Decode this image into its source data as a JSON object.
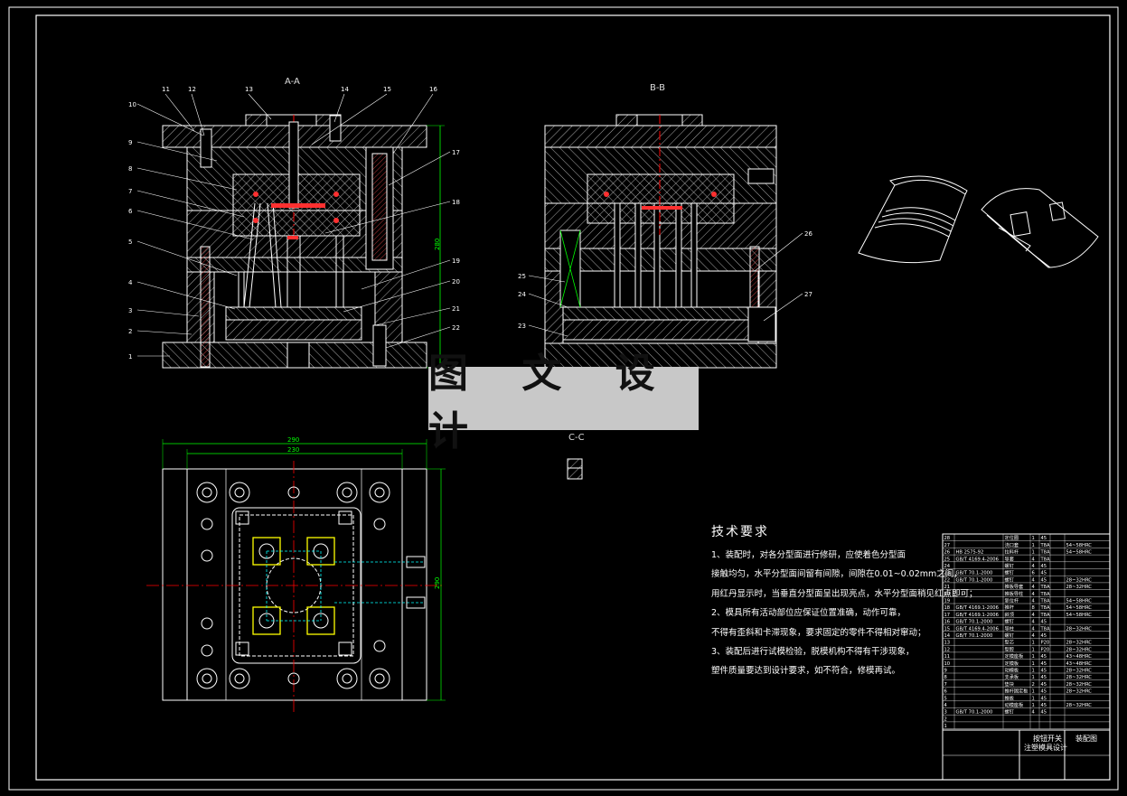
{
  "sections": {
    "aa": "A-A",
    "bb": "B-B",
    "cc": "C-C"
  },
  "watermark": "图 文 设 计",
  "tech": {
    "title": "技术要求",
    "lines": [
      "1、装配时，对各分型面进行修研，应使着色分型面",
      "接触均匀，水平分型面间留有间隙，间隙在0.01~0.02mm之间，",
      "用红丹显示时，当垂直分型面呈出现亮点，水平分型面稍见红点即可；",
      "2、模具所有活动部位应保证位置准确，动作可靠，",
      "不得有歪斜和卡滞现象，要求固定的零件不得相对窜动；",
      "3、装配后进行试模检验，脱模机构不得有干涉现象，",
      "塑件质量要达到设计要求，如不符合，修模再试。"
    ]
  },
  "callouts_left": [
    "10",
    "9",
    "8",
    "7",
    "6",
    "5",
    "4",
    "3",
    "2",
    "1"
  ],
  "callouts_top": [
    "11",
    "12",
    "13",
    "14",
    "15",
    "16"
  ],
  "callouts_right": [
    "17",
    "18",
    "19",
    "20",
    "21",
    "22"
  ],
  "callouts_bb_right": [
    "26",
    "27"
  ],
  "callouts_bb_left": [
    "25",
    "24",
    "23"
  ],
  "dims": {
    "width_outer": "290",
    "width_inner": "230",
    "height_right": "290",
    "height_aa": "280"
  },
  "title_block": {
    "product": "按钮开关",
    "subtitle": "注塑模具设计",
    "drawing": "装配图"
  },
  "bom_rows": [
    [
      "28",
      "",
      "定位圈",
      "1",
      "45",
      "",
      ""
    ],
    [
      "27",
      "",
      "浇口套",
      "1",
      "T8A",
      "",
      "54~58HRC"
    ],
    [
      "26",
      "HB 2575-92",
      "拉料杆",
      "1",
      "T8A",
      "",
      "54~58HRC"
    ],
    [
      "25",
      "GB/T 4169.4-2006",
      "导套",
      "4",
      "T8A",
      "",
      ""
    ],
    [
      "24",
      "",
      "螺钉",
      "4",
      "45",
      "",
      ""
    ],
    [
      "23",
      "GB/T 70.1-2000",
      "螺钉",
      "6",
      "45",
      "",
      ""
    ],
    [
      "22",
      "GB/T 70.1-2000",
      "螺钉",
      "4",
      "45",
      "",
      "28~32HRC"
    ],
    [
      "21",
      "",
      "推板导套",
      "4",
      "T8A",
      "",
      "28~32HRC"
    ],
    [
      "20",
      "",
      "推板导柱",
      "4",
      "T8A",
      "",
      ""
    ],
    [
      "19",
      "",
      "复位杆",
      "4",
      "T8A",
      "",
      "54~58HRC"
    ],
    [
      "18",
      "GB/T 4169.1-2006",
      "推杆",
      "8",
      "T8A",
      "",
      "54~58HRC"
    ],
    [
      "17",
      "GB/T 4169.1-2006",
      "斜顶",
      "4",
      "T8A",
      "",
      "54~58HRC"
    ],
    [
      "16",
      "GB/T 70.1-2000",
      "螺钉",
      "4",
      "45",
      "",
      ""
    ],
    [
      "15",
      "GB/T 4169.4-2006",
      "导柱",
      "4",
      "T8A",
      "",
      "28~32HRC"
    ],
    [
      "14",
      "GB/T 70.1-2000",
      "螺钉",
      "4",
      "45",
      "",
      ""
    ],
    [
      "13",
      "",
      "型芯",
      "1",
      "P20",
      "",
      "28~32HRC"
    ],
    [
      "12",
      "",
      "型腔",
      "1",
      "P20",
      "",
      "28~32HRC"
    ],
    [
      "11",
      "",
      "定模座板",
      "1",
      "45",
      "",
      "43~48HRC"
    ],
    [
      "10",
      "",
      "定模板",
      "1",
      "45",
      "",
      "43~48HRC"
    ],
    [
      "9",
      "",
      "动模板",
      "1",
      "45",
      "",
      "28~32HRC"
    ],
    [
      "8",
      "",
      "支承板",
      "1",
      "45",
      "",
      "28~32HRC"
    ],
    [
      "7",
      "",
      "垫块",
      "2",
      "45",
      "",
      "28~32HRC"
    ],
    [
      "6",
      "",
      "推杆固定板",
      "1",
      "45",
      "",
      "28~32HRC"
    ],
    [
      "5",
      "",
      "推板",
      "1",
      "45",
      "",
      ""
    ],
    [
      "4",
      "",
      "动模座板",
      "1",
      "45",
      "",
      "28~32HRC"
    ],
    [
      "3",
      "GB/T 70.1-2000",
      "螺钉",
      "4",
      "45",
      "",
      ""
    ],
    [
      "2",
      "",
      "",
      "",
      "",
      "",
      ""
    ],
    [
      "1",
      "",
      "",
      "",
      "",
      "",
      ""
    ]
  ],
  "colors": {
    "line": "#ffffff",
    "dim": "#00ff00",
    "center": "#ff0000",
    "leader": "#00ffff",
    "highlight": "#ffff00",
    "cyan": "#00ffff"
  }
}
